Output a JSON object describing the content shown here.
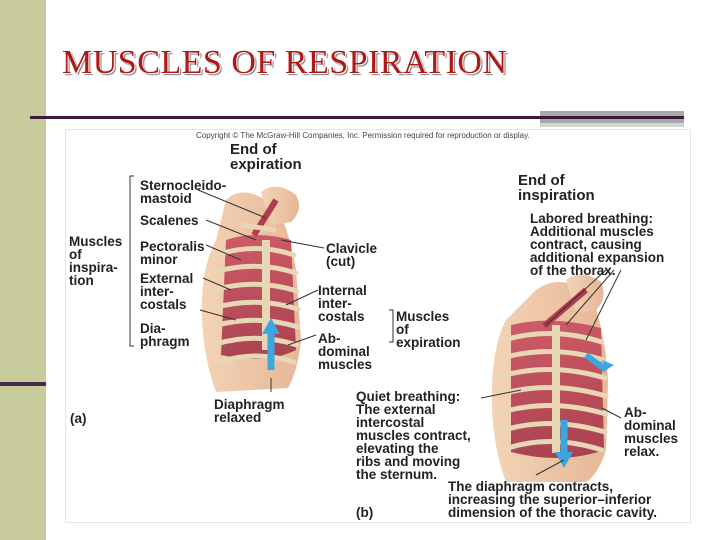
{
  "slide": {
    "title": "MUSCLES OF RESPIRATION"
  },
  "figure": {
    "copyright": "Copyright © The McGraw-Hill Companies, Inc. Permission required for reproduction or display.",
    "panel_a": {
      "tag": "(a)",
      "header": "End of\nexpiration",
      "group_inspiration": "Muscles\nof\ninspira-\ntion",
      "sternocleidomastoid": "Sternocleido-\nmastoid",
      "scalenes": "Scalenes",
      "pectoralis_minor": "Pectoralis\nminor",
      "external_intercostals": "External\ninter-\ncostals",
      "diaphragm": "Dia-\nphragm",
      "clavicle": "Clavicle\n(cut)",
      "internal_intercostals": "Internal\ninter-\ncostals",
      "abdominal_muscles": "Ab-\ndominal\nmuscles",
      "group_expiration": "Muscles\nof\nexpiration",
      "diaphragm_relaxed": "Diaphragm\nrelaxed"
    },
    "panel_b": {
      "tag": "(b)",
      "header": "End of\ninspiration",
      "labored": "Labored breathing:\nAdditional muscles\ncontract, causing\nadditional expansion\nof the thorax.",
      "quiet": "Quiet breathing:\nThe external\nintercostal\nmuscles contract,\nelevating the\nribs and moving\nthe sternum.",
      "abdominal_relax": "Ab-\ndominal\nmuscles\nrelax.",
      "diaphragm_contracts": "The diaphragm contracts,\nincreasing the superior–inferior\ndimension of the thoracic cavity."
    }
  }
}
